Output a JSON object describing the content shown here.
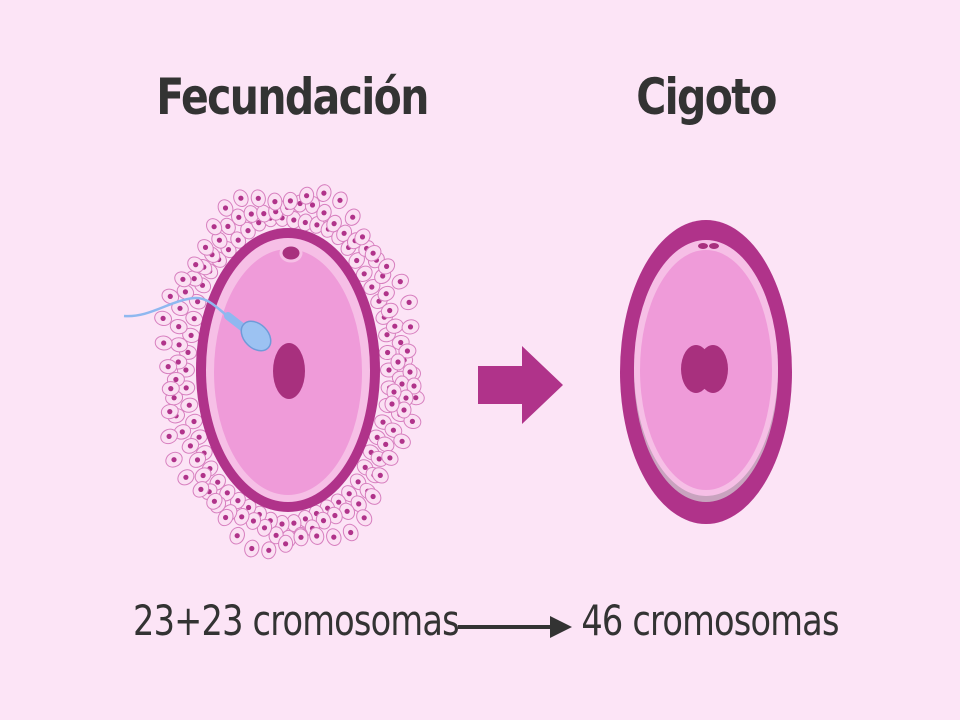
{
  "titles": {
    "left": "Fecundación",
    "right": "Cigoto"
  },
  "captions": {
    "left": "23+23 cromosomas",
    "right": "46 cromosomas"
  },
  "colors": {
    "background": "#fce4f6",
    "membrane": "#b0338a",
    "cytoplasm": "#ef9bd9",
    "inner_ring": "#f6bfe6",
    "nucleus": "#a8307e",
    "sperm": "#8fb8f0",
    "arrow": "#b0338a",
    "text": "#333333"
  }
}
